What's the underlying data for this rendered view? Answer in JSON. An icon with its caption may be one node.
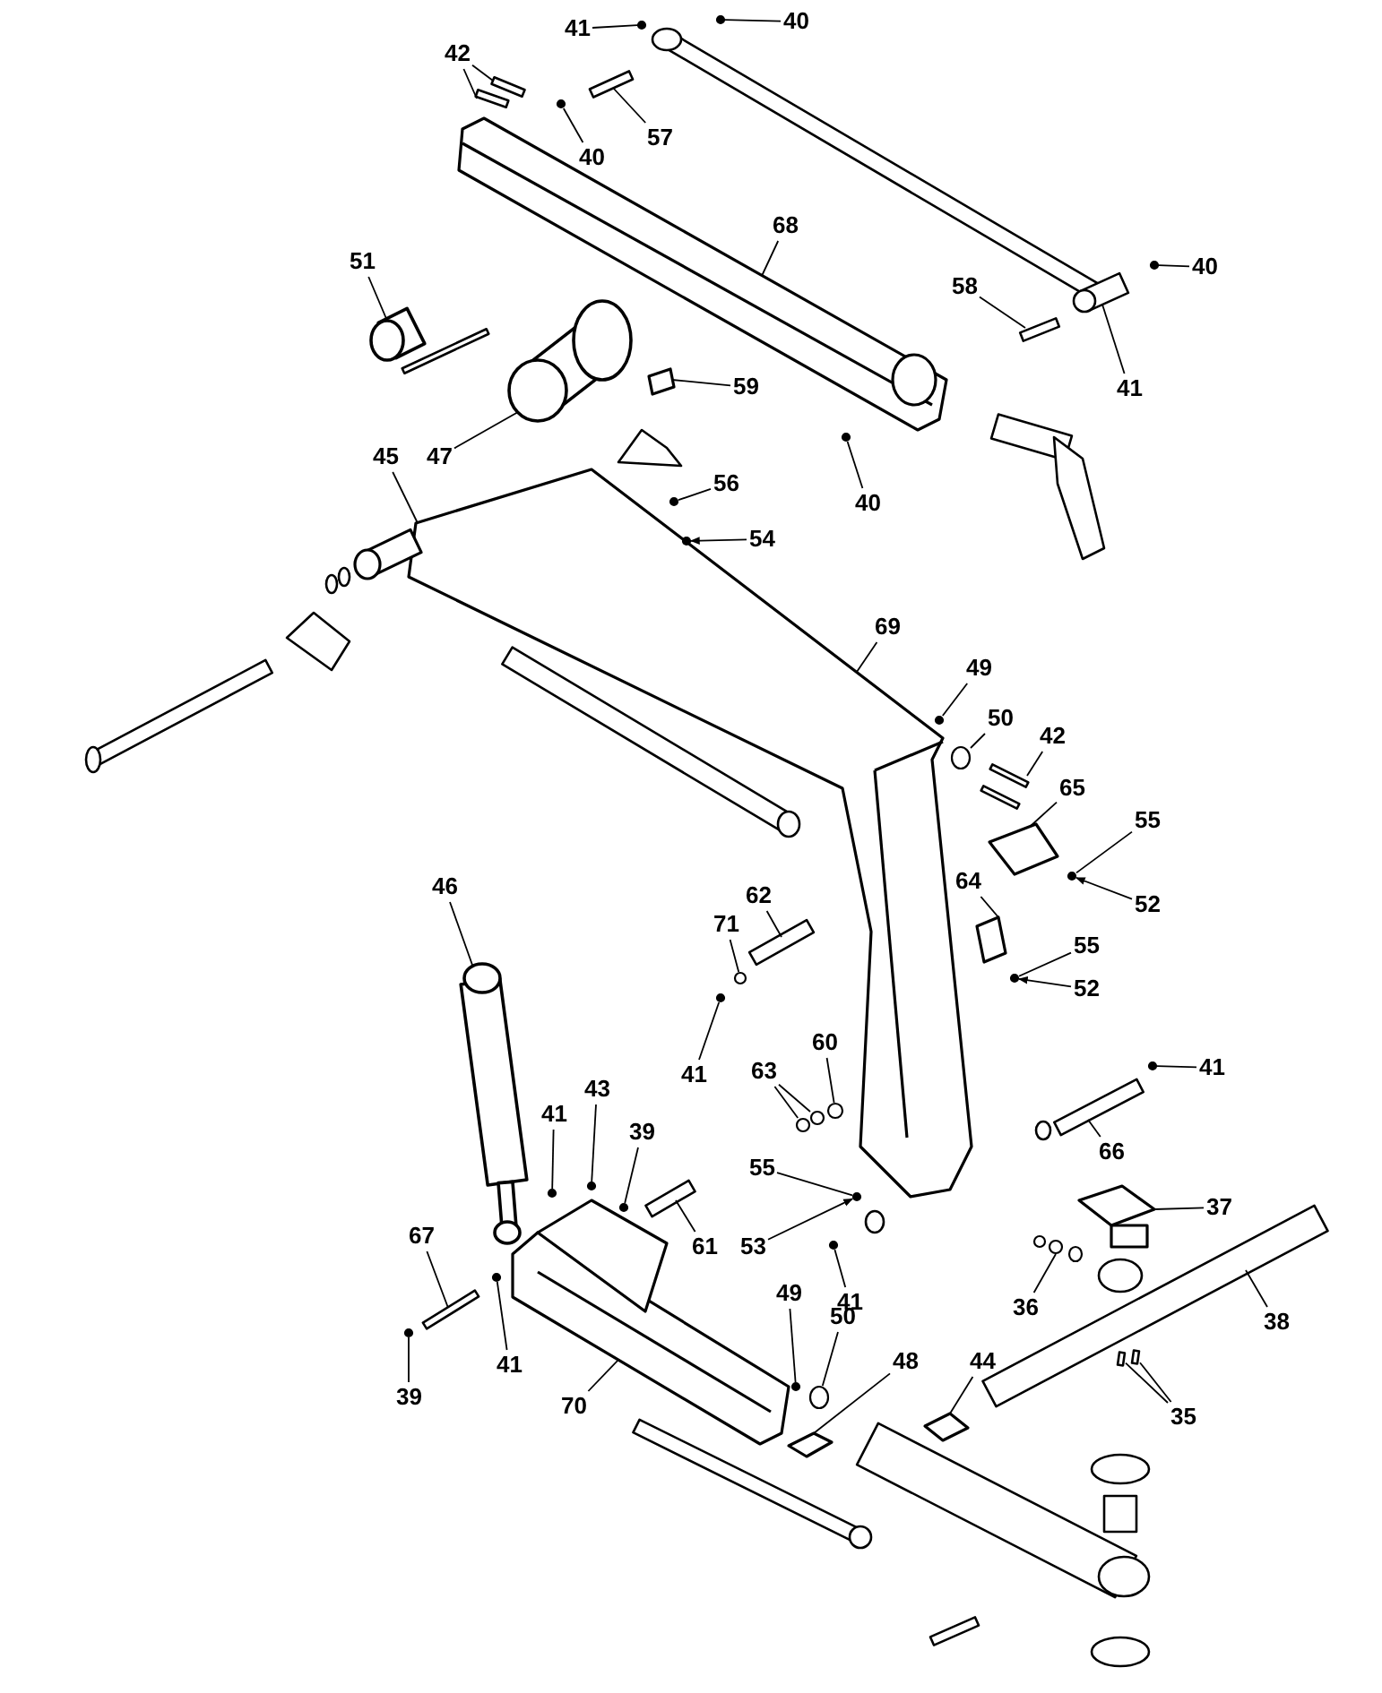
{
  "diagram": {
    "nodes": [
      {
        "text": [
          "42"
        ]
      },
      {
        "text": [
          "41"
        ]
      },
      {
        "text": [
          "40"
        ]
      },
      {
        "text": [
          "40"
        ]
      },
      {
        "text": [
          "57"
        ]
      },
      {
        "text": [
          "68"
        ]
      },
      {
        "text": [
          "51"
        ]
      },
      {
        "text": [
          "47"
        ]
      },
      {
        "text": [
          "59"
        ]
      },
      {
        "text": [
          "58"
        ]
      },
      {
        "text": [
          "40"
        ]
      },
      {
        "text": [
          "41"
        ]
      },
      {
        "text": [
          "40"
        ]
      },
      {
        "text": [
          "45"
        ]
      },
      {
        "text": [
          "56"
        ]
      },
      {
        "text": [
          "54"
        ]
      },
      {
        "text": [
          "69"
        ]
      },
      {
        "text": [
          "49"
        ]
      },
      {
        "text": [
          "50"
        ]
      },
      {
        "text": [
          "42"
        ]
      },
      {
        "text": [
          "65"
        ]
      },
      {
        "text": [
          "55"
        ]
      },
      {
        "text": [
          "52"
        ]
      },
      {
        "text": [
          "64"
        ]
      },
      {
        "text": [
          "55"
        ]
      },
      {
        "text": [
          "52"
        ]
      },
      {
        "text": [
          "46"
        ]
      },
      {
        "text": [
          "71"
        ]
      },
      {
        "text": [
          "62"
        ]
      },
      {
        "text": [
          "41"
        ]
      },
      {
        "text": [
          "60"
        ]
      },
      {
        "text": [
          "63"
        ]
      },
      {
        "text": [
          "43"
        ]
      },
      {
        "text": [
          "39"
        ]
      },
      {
        "text": [
          "41"
        ]
      },
      {
        "text": [
          "61"
        ]
      },
      {
        "text": [
          "55"
        ]
      },
      {
        "text": [
          "53"
        ]
      },
      {
        "text": [
          "41"
        ]
      },
      {
        "text": [
          "66"
        ]
      },
      {
        "text": [
          "41"
        ]
      },
      {
        "text": [
          "37"
        ]
      },
      {
        "text": [
          "36"
        ]
      },
      {
        "text": [
          "38"
        ]
      },
      {
        "text": [
          "35"
        ]
      },
      {
        "text": [
          "67"
        ]
      },
      {
        "text": [
          "39"
        ]
      },
      {
        "text": [
          "41"
        ]
      },
      {
        "text": [
          "70"
        ]
      },
      {
        "text": [
          "49"
        ]
      },
      {
        "text": [
          "50"
        ]
      },
      {
        "text": [
          "48"
        ]
      },
      {
        "text": [
          "44"
        ]
      },
      {
        "text": [],
        "shape": "bar"
      },
      {
        "text": [],
        "shape": "bar"
      },
      {
        "text": [],
        "shape": "circle"
      },
      {
        "text": [],
        "shape": "circle"
      },
      {
        "text": [],
        "shape": "circle"
      },
      {
        "text": [],
        "shape": "bar"
      },
      {
        "text": [],
        "shape": "box"
      },
      {
        "text": [],
        "shape": "cylinder"
      },
      {
        "text": [],
        "shape": "cylinder"
      },
      {
        "text": [],
        "shape": "box"
      },
      {
        "text": [],
        "shape": "bar"
      },
      {
        "text": [],
        "shape": "circle"
      },
      {
        "text": [],
        "shape": "bar"
      },
      {
        "text": [],
        "shape": "circle"
      },
      {
        "text": [],
        "shape": "box"
      },
      {
        "text": [],
        "shape": "circle"
      },
      {
        "text": [],
        "shape": "circle"
      },
      {
        "text": [],
        "shape": "circle"
      },
      {
        "text": [],
        "shape": "circle"
      },
      {
        "text": [],
        "shape": "bar"
      },
      {
        "text": [],
        "shape": "box"
      },
      {
        "text": [],
        "shape": "circle"
      },
      {
        "text": [],
        "shape": "box"
      },
      {
        "text": [],
        "shape": "circle"
      },
      {
        "text": [],
        "shape": "cylinder"
      },
      {
        "text": [],
        "shape": "circle"
      },
      {
        "text": [],
        "shape": "bar"
      },
      {
        "text": [],
        "shape": "circle"
      },
      {
        "text": [],
        "shape": "circle"
      },
      {
        "text": [],
        "shape": "circle"
      },
      {
        "text": [],
        "shape": "circle"
      },
      {
        "text": [],
        "shape": "circle"
      },
      {
        "text": [],
        "shape": "circle"
      },
      {
        "text": [],
        "shape": "circle"
      },
      {
        "text": [],
        "shape": "bar"
      },
      {
        "text": [],
        "shape": "circle"
      },
      {
        "text": [],
        "shape": "circle"
      },
      {
        "text": [],
        "shape": "bar"
      },
      {
        "text": [],
        "shape": "circle"
      },
      {
        "text": [],
        "shape": "box"
      },
      {
        "text": [],
        "shape": "circle"
      },
      {
        "text": [],
        "shape": "bar"
      },
      {
        "text": [],
        "shape": "bar"
      },
      {
        "text": [],
        "shape": "bar"
      },
      {
        "text": [],
        "shape": "bar"
      },
      {
        "text": [],
        "shape": "circle"
      },
      {
        "text": [],
        "shape": "circle"
      },
      {
        "text": [],
        "shape": "box"
      },
      {
        "text": [],
        "shape": "circle"
      },
      {
        "text": [],
        "shape": "circle"
      },
      {
        "text": [],
        "shape": "box"
      },
      {
        "text": [],
        "shape": "box"
      }
    ],
    "edges": [
      {
        "from": 0,
        "to": 53,
        "arrow": "none"
      },
      {
        "from": 0,
        "to": 54,
        "arrow": "none"
      },
      {
        "from": 1,
        "to": 55,
        "arrow": "none"
      },
      {
        "from": 2,
        "to": 56,
        "arrow": "none"
      },
      {
        "from": 3,
        "to": 57,
        "arrow": "none"
      },
      {
        "from": 4,
        "to": 58,
        "arrow": "none"
      },
      {
        "from": 5,
        "to": 59,
        "arrow": "none"
      },
      {
        "from": 6,
        "to": 60,
        "arrow": "none"
      },
      {
        "from": 7,
        "to": 61,
        "arrow": "none"
      },
      {
        "from": 8,
        "to": 62,
        "arrow": "none"
      },
      {
        "from": 9,
        "to": 63,
        "arrow": "none"
      },
      {
        "from": 10,
        "to": 64,
        "arrow": "none"
      },
      {
        "from": 11,
        "to": 65,
        "arrow": "none"
      },
      {
        "from": 12,
        "to": 66,
        "arrow": "none"
      },
      {
        "from": 13,
        "to": 67,
        "arrow": "none"
      },
      {
        "from": 14,
        "to": 68,
        "arrow": "none"
      },
      {
        "from": 15,
        "to": 69,
        "arrow": "to"
      },
      {
        "from": 16,
        "to": 67,
        "arrow": "none"
      },
      {
        "from": 17,
        "to": 70,
        "arrow": "none"
      },
      {
        "from": 18,
        "to": 71,
        "arrow": "none"
      },
      {
        "from": 19,
        "to": 72,
        "arrow": "none"
      },
      {
        "from": 20,
        "to": 73,
        "arrow": "none"
      },
      {
        "from": 21,
        "to": 74,
        "arrow": "none"
      },
      {
        "from": 22,
        "to": 74,
        "arrow": "to"
      },
      {
        "from": 23,
        "to": 75,
        "arrow": "none"
      },
      {
        "from": 24,
        "to": 76,
        "arrow": "none"
      },
      {
        "from": 25,
        "to": 76,
        "arrow": "to"
      },
      {
        "from": 26,
        "to": 77,
        "arrow": "none"
      },
      {
        "from": 27,
        "to": 78,
        "arrow": "none"
      },
      {
        "from": 28,
        "to": 79,
        "arrow": "none"
      },
      {
        "from": 29,
        "to": 80,
        "arrow": "none"
      },
      {
        "from": 30,
        "to": 81,
        "arrow": "none"
      },
      {
        "from": 31,
        "to": 82,
        "arrow": "none"
      },
      {
        "from": 31,
        "to": 83,
        "arrow": "none"
      },
      {
        "from": 32,
        "to": 84,
        "arrow": "none"
      },
      {
        "from": 33,
        "to": 85,
        "arrow": "none"
      },
      {
        "from": 34,
        "to": 86,
        "arrow": "none"
      },
      {
        "from": 35,
        "to": 87,
        "arrow": "none"
      },
      {
        "from": 36,
        "to": 88,
        "arrow": "none"
      },
      {
        "from": 37,
        "to": 88,
        "arrow": "to"
      },
      {
        "from": 38,
        "to": 89,
        "arrow": "none"
      },
      {
        "from": 39,
        "to": 90,
        "arrow": "none"
      },
      {
        "from": 40,
        "to": 91,
        "arrow": "none"
      },
      {
        "from": 41,
        "to": 92,
        "arrow": "none"
      },
      {
        "from": 42,
        "to": 93,
        "arrow": "none"
      },
      {
        "from": 43,
        "to": 94,
        "arrow": "none"
      },
      {
        "from": 44,
        "to": 95,
        "arrow": "none"
      },
      {
        "from": 44,
        "to": 96,
        "arrow": "none"
      },
      {
        "from": 45,
        "to": 97,
        "arrow": "none"
      },
      {
        "from": 46,
        "to": 98,
        "arrow": "none"
      },
      {
        "from": 47,
        "to": 99,
        "arrow": "none"
      },
      {
        "from": 48,
        "to": 100,
        "arrow": "none"
      },
      {
        "from": 49,
        "to": 101,
        "arrow": "none"
      },
      {
        "from": 50,
        "to": 102,
        "arrow": "none"
      },
      {
        "from": 51,
        "to": 103,
        "arrow": "none"
      },
      {
        "from": 52,
        "to": 104,
        "arrow": "none"
      }
    ]
  }
}
